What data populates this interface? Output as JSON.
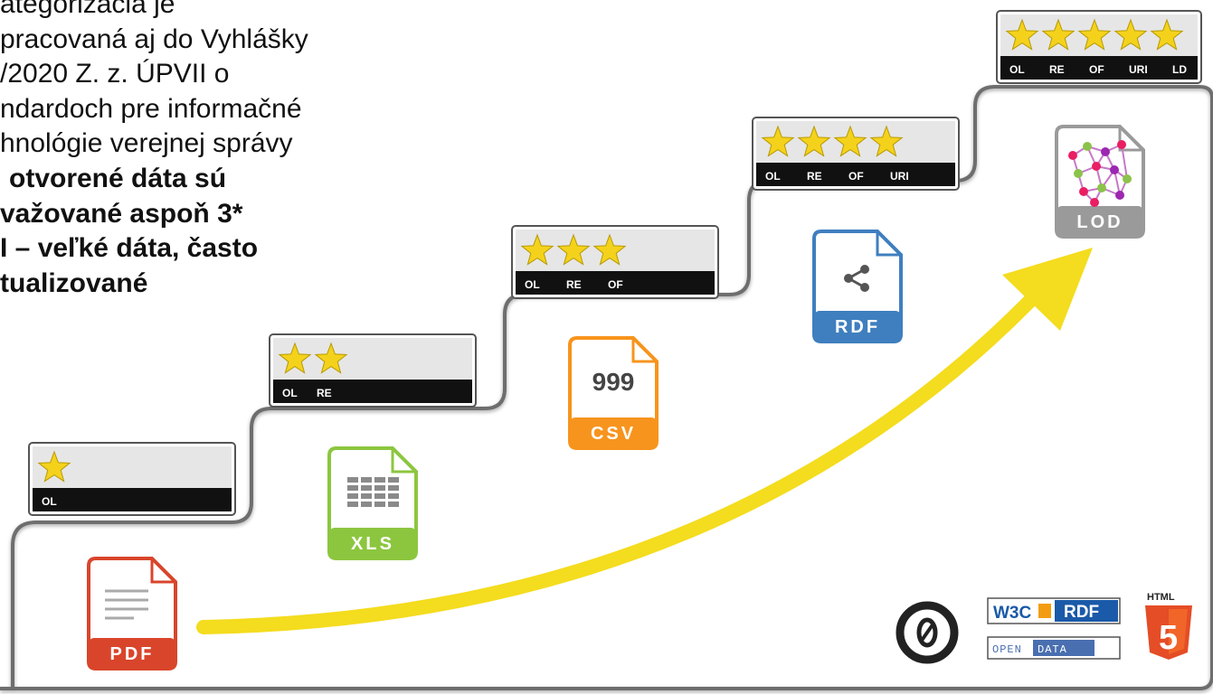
{
  "text_lines": [
    {
      "text": "ategorizácia je",
      "bold": false
    },
    {
      "text": "pracovaná aj do Vyhlášky",
      "bold": false
    },
    {
      "text": "/2020 Z. z. ÚPVII o",
      "bold": false
    },
    {
      "text": "ndardoch pre informačné",
      "bold": false
    },
    {
      "text": "hnológie verejnej správy",
      "bold": false
    },
    {
      "text": "otvorené dáta sú",
      "bold": true
    },
    {
      "text": "važované aspoň 3*",
      "bold": true
    },
    {
      "text": "I – veľké dáta, často",
      "bold": true
    },
    {
      "text": "tualizované",
      "bold": true
    }
  ],
  "levels": [
    {
      "stars": 1,
      "codes": [
        "OL"
      ],
      "format": "PDF",
      "format_color": "#d9452b"
    },
    {
      "stars": 2,
      "codes": [
        "OL",
        "RE"
      ],
      "format": "XLS",
      "format_color": "#8cc63f"
    },
    {
      "stars": 3,
      "codes": [
        "OL",
        "RE",
        "OF"
      ],
      "format": "CSV",
      "format_color": "#f7941d",
      "format_glyph": "999"
    },
    {
      "stars": 4,
      "codes": [
        "OL",
        "RE",
        "OF",
        "URI"
      ],
      "format": "RDF",
      "format_color": "#3f7fbf"
    },
    {
      "stars": 5,
      "codes": [
        "OL",
        "RE",
        "OF",
        "URI",
        "LD"
      ],
      "format": "LOD",
      "format_color": "#9a9a9a"
    }
  ],
  "logos": {
    "cc0": "0",
    "w3c": "W3C",
    "rdf": "RDF",
    "open": "OPEN",
    "data": "DATA",
    "html": "HTML",
    "html_num": "5"
  },
  "colors": {
    "star": "#f4d21c",
    "arrow": "#f4dc1e",
    "outline": "#6e6e6e",
    "badge_bg": "#e6e6e6"
  }
}
